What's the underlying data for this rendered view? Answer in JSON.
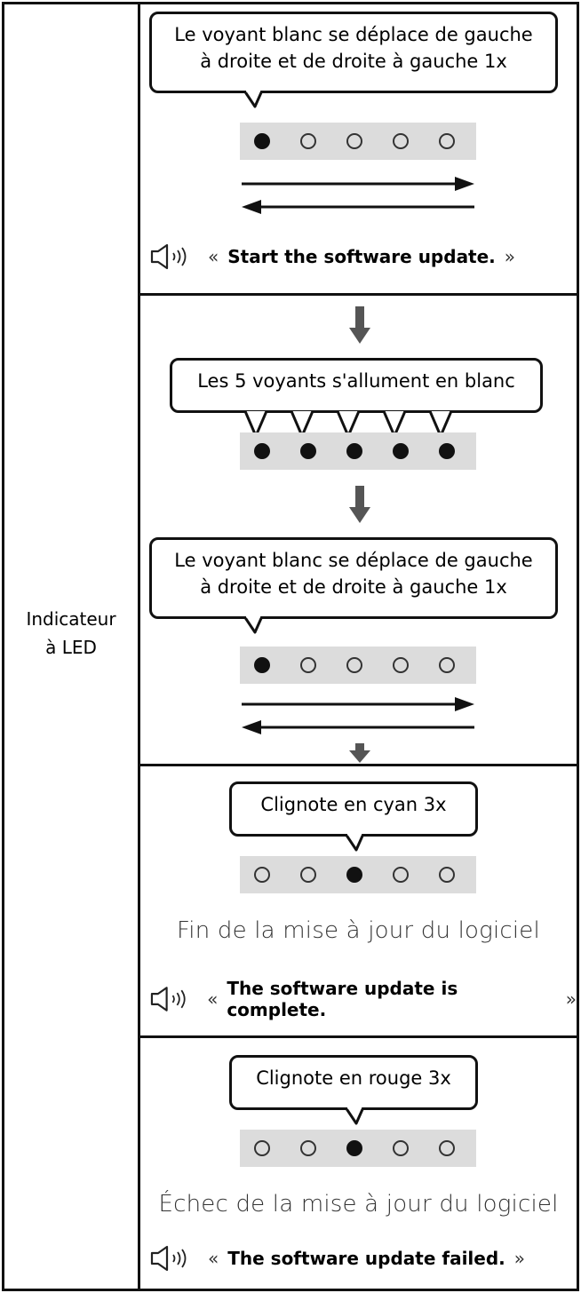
{
  "row_label": {
    "line1": "Indicateur",
    "line2": "à LED"
  },
  "quote_open": "«",
  "quote_close": "»",
  "stages": {
    "s1": {
      "bubble_line1": "Le voyant blanc se déplace de gauche",
      "bubble_line2": "à droite et de droite à gauche 1x",
      "voice": "Start the software update."
    },
    "s2": {
      "bubble": "Les 5 voyants s'allument en blanc"
    },
    "s3": {
      "bubble_line1": "Le voyant blanc se déplace de gauche",
      "bubble_line2": "à droite et de droite à gauche 1x"
    },
    "s4": {
      "bubble": "Clignote en cyan 3x",
      "status": "Fin de la mise à jour du logiciel",
      "voice": "The software update is complete."
    },
    "s5": {
      "bubble": "Clignote en rouge 3x",
      "status": "Échec de la mise à jour du logiciel",
      "voice": "The software update failed."
    }
  },
  "icons": {
    "speaker": "speaker-sound-icon",
    "down": "arrow-down-icon",
    "right": "arrow-right-icon",
    "left": "arrow-left-icon"
  }
}
